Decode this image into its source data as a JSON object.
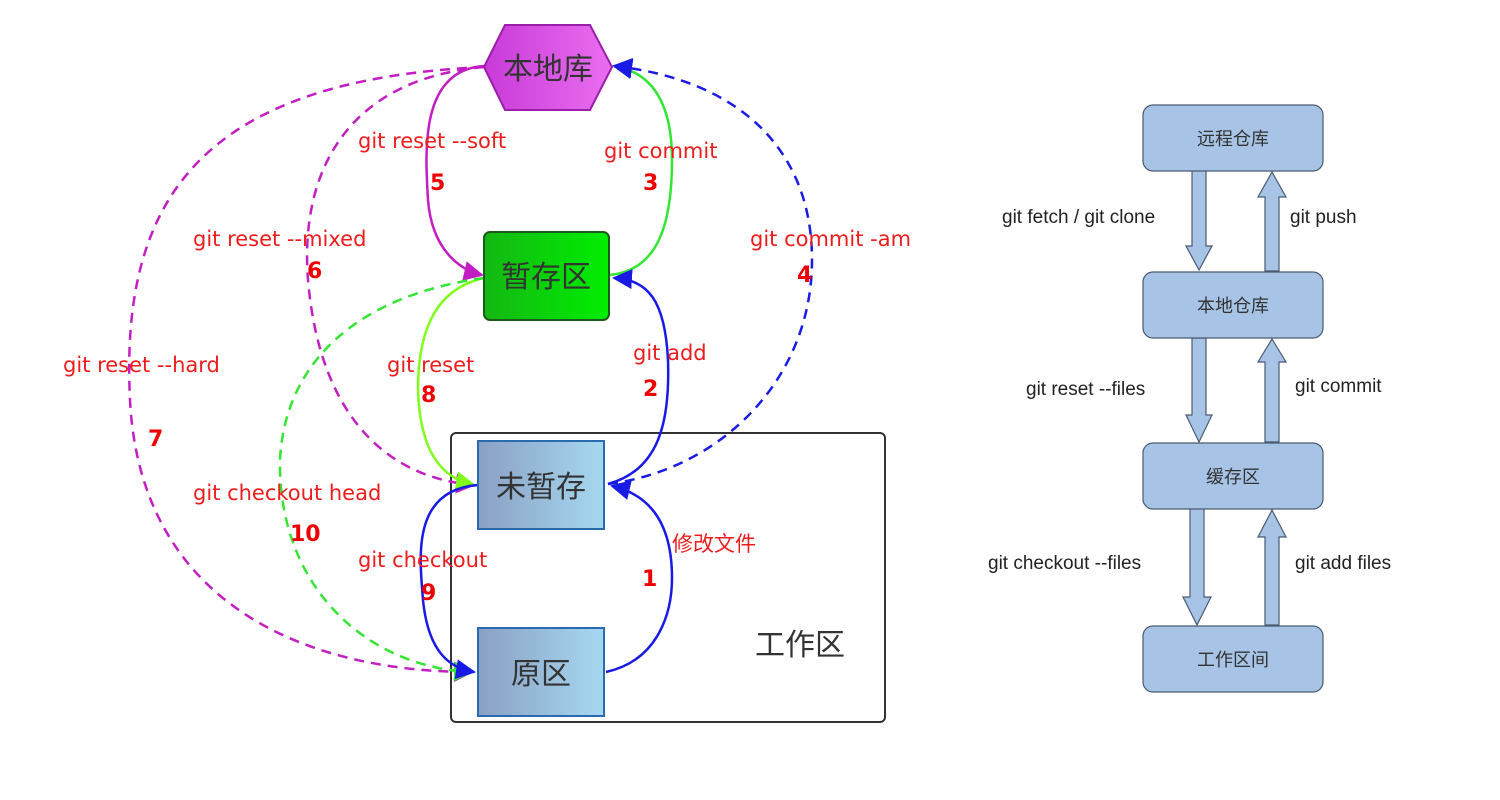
{
  "left_diagram": {
    "nodes": {
      "local_repo": "本地库",
      "staging": "暂存区",
      "unstaged": "未暂存",
      "original": "原区",
      "workspace": "工作区"
    },
    "edges": [
      {
        "id": "1",
        "label": "修改文件",
        "from": "原区",
        "to": "未暂存",
        "style": "solid",
        "color": "#1a1ae6"
      },
      {
        "id": "2",
        "label": "git add",
        "from": "未暂存",
        "to": "暂存区",
        "style": "solid",
        "color": "#1a1ae6"
      },
      {
        "id": "3",
        "label": "git commit",
        "from": "暂存区",
        "to": "本地库",
        "style": "solid",
        "color": "#33e633"
      },
      {
        "id": "4",
        "label": "git commit -am",
        "from": "未暂存",
        "to": "本地库",
        "style": "dashed",
        "color": "#1a1ae6"
      },
      {
        "id": "5",
        "label": "git reset --soft",
        "from": "本地库",
        "to": "暂存区",
        "style": "solid",
        "color": "#c21ec2"
      },
      {
        "id": "6",
        "label": "git reset --mixed",
        "from": "本地库",
        "to": "未暂存",
        "style": "dashed",
        "color": "#c21ec2"
      },
      {
        "id": "7",
        "label": "git reset --hard",
        "from": "本地库",
        "to": "原区",
        "style": "dashed",
        "color": "#c21ec2"
      },
      {
        "id": "8",
        "label": "git reset",
        "from": "暂存区",
        "to": "未暂存",
        "style": "solid",
        "color": "#7fff1a"
      },
      {
        "id": "9",
        "label": "git checkout",
        "from": "未暂存",
        "to": "原区",
        "style": "solid",
        "color": "#1a1ae6"
      },
      {
        "id": "10",
        "label": "git checkout head",
        "from": "暂存区",
        "to": "原区",
        "style": "dashed",
        "color": "#33e633"
      }
    ],
    "colors": {
      "label_red": "#ee1c1c",
      "hexagon_fill_start": "#c83ad8",
      "hexagon_fill_end": "#ea6ef0",
      "staging_fill_start": "#14b814",
      "staging_fill_end": "#00ee00",
      "box_fill_start": "#8aa0c4",
      "box_fill_end": "#a6d8f0"
    }
  },
  "right_diagram": {
    "nodes": [
      "远程仓库",
      "本地仓库",
      "缓存区",
      "工作区间"
    ],
    "arrows": [
      {
        "label": "git fetch / git clone",
        "direction": "down",
        "from": "远程仓库",
        "to": "本地仓库"
      },
      {
        "label": "git push",
        "direction": "up",
        "from": "本地仓库",
        "to": "远程仓库"
      },
      {
        "label": "git reset  --files",
        "direction": "down",
        "from": "本地仓库",
        "to": "缓存区"
      },
      {
        "label": "git commit",
        "direction": "up",
        "from": "缓存区",
        "to": "本地仓库"
      },
      {
        "label": "git checkout  --files",
        "direction": "down",
        "from": "缓存区",
        "to": "工作区间"
      },
      {
        "label": "git add files",
        "direction": "up",
        "from": "工作区间",
        "to": "缓存区"
      }
    ],
    "colors": {
      "node_fill": "#a7c4e6",
      "node_stroke": "#4a5a70"
    }
  }
}
